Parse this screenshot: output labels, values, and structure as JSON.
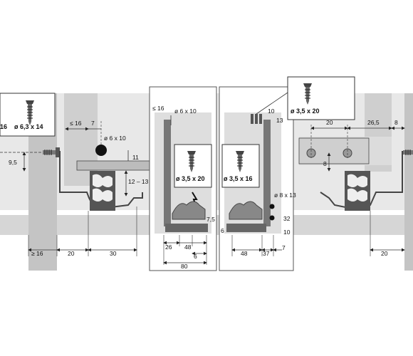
{
  "labels": {
    "screw_6_3x14": "ø 6,3 x 14",
    "screw_left_cut": "16",
    "screw_3_5x20_top": "ø 3,5 x 20",
    "screw_3_5x20_mid": "ø 3,5 x 20",
    "screw_3_5x16": "ø 3,5 x 16",
    "hole_6x10_a": "ø 6 x 10",
    "hole_6x10_b": "ø 6 x 10",
    "hole_8x13": "ø 8 x 13"
  },
  "dims": {
    "le16_top": "≤ 16",
    "le16_a": "≤ 16",
    "v7": "7",
    "v9_5": "9,5",
    "v11": "11",
    "v12_13": "12 – 13",
    "ge16": "≥ 16",
    "b20_left": "20",
    "b30": "30",
    "v7_5": "7,5",
    "b26": "26",
    "b48_left": "48",
    "b6_left": "6",
    "b80": "80",
    "t10": "10",
    "t13": "13",
    "v32": "32",
    "v10r": "10",
    "v6r": "6",
    "b48_right": "48",
    "b37": "37",
    "b7": "7",
    "r20_top": "20",
    "r26_5": "26,5",
    "r8_top": "8",
    "r8_v": "8",
    "r20_bottom": "20"
  }
}
